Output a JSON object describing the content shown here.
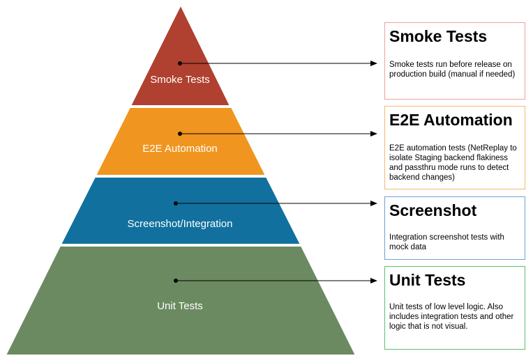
{
  "tiers": [
    {
      "label": "Smoke Tests",
      "color": "#b0402f"
    },
    {
      "label": "E2E Automation",
      "color": "#f0951f"
    },
    {
      "label": "Screenshot/Integration",
      "color": "#11709e"
    },
    {
      "label": "Unit Tests",
      "color": "#6c8a61"
    }
  ],
  "boxes": [
    {
      "title": "Smoke Tests",
      "text": "Smoke tests run before release on production build (manual if needed)",
      "border_color": "#f0a0a0"
    },
    {
      "title": "E2E Automation",
      "text": "E2E automation tests (NetReplay to isolate Staging backend flakiness and passthru mode runs to detect backend changes)",
      "border_color": "#f5b870"
    },
    {
      "title": "Screenshot",
      "text": "Integration screenshot tests with mock data",
      "border_color": "#6fa0d0"
    },
    {
      "title": "Unit Tests",
      "text": "Unit tests of low level logic.  Also includes integration tests and other logic that is not visual.",
      "border_color": "#5cbf70"
    }
  ]
}
